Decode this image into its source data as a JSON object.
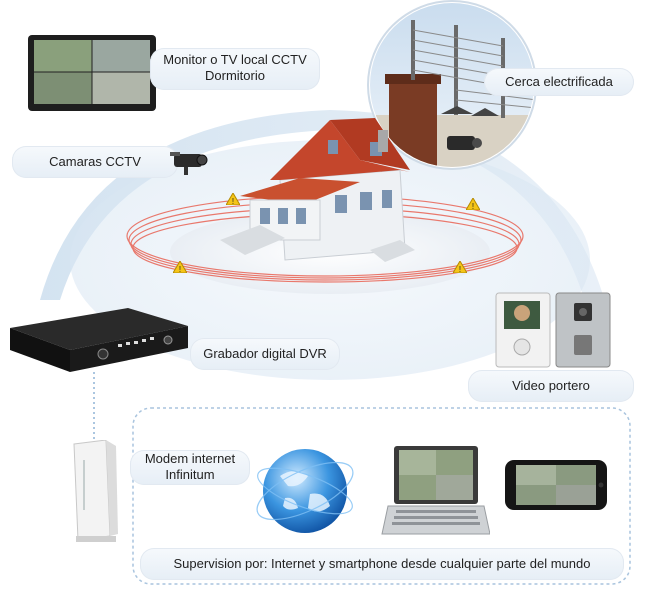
{
  "labels": {
    "monitor_line1": "Monitor o TV  local CCTV",
    "monitor_line2": "Dormitorio",
    "fence": "Cerca electrificada",
    "cameras": "Camaras CCTV",
    "dvr": "Grabador digital DVR",
    "video_intercom": "Video portero",
    "modem_line1": "Modem internet",
    "modem_line2": "Infinitum",
    "supervision": "Supervision por: Internet y smartphone desde cualquier parte del mundo"
  },
  "colors": {
    "sky_blue": "#d7e6f3",
    "roof_red": "#c4462c",
    "wall_white": "#eef1f4",
    "laser_red": "#e85a4a",
    "warning_yellow": "#f5c518",
    "globe_blue": "#1e7fd6",
    "device_black": "#1a1a1a"
  },
  "icons": [
    "monitor-icon",
    "fence-icon",
    "cctv-camera-icon",
    "house-icon",
    "warning-icon",
    "dvr-icon",
    "video-intercom-icon",
    "modem-icon",
    "globe-icon",
    "laptop-icon",
    "smartphone-icon"
  ]
}
